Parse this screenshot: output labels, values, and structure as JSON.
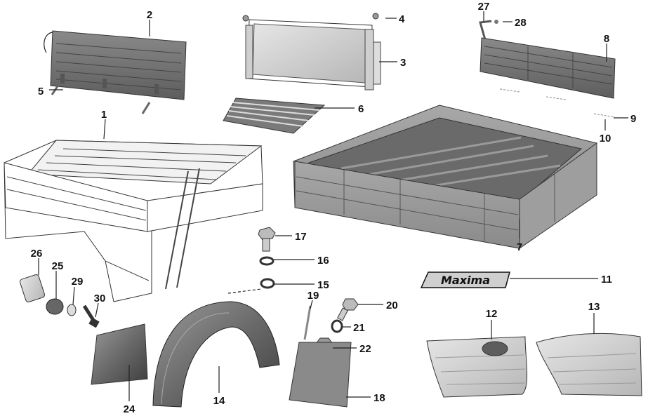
{
  "callouts": {
    "c1": "1",
    "c2": "2",
    "c3": "3",
    "c4": "4",
    "c5": "5",
    "c6": "6",
    "c7": "7",
    "c8": "8",
    "c9": "9",
    "c10": "10",
    "c11": "11",
    "c12": "12",
    "c13": "13",
    "c14": "14",
    "c15": "15",
    "c16": "16",
    "c17": "17",
    "c18": "18",
    "c19": "19",
    "c20": "20",
    "c21": "21",
    "c22": "22",
    "c24": "24",
    "c25": "25",
    "c26": "26",
    "c27": "27",
    "c28": "28",
    "c29": "29",
    "c30": "30"
  },
  "brand_logo": "Maxima",
  "colors": {
    "part_fill": "#c9c9c9",
    "part_dark": "#6e6e6e",
    "bed_fill": "#ffffff",
    "line": "#222222"
  }
}
